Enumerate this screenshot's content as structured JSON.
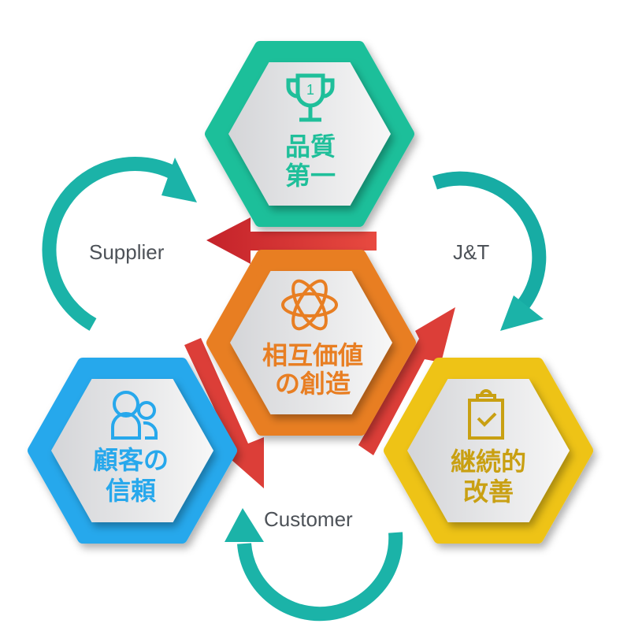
{
  "nodes": {
    "quality": {
      "line1": "品質",
      "line2": "第一",
      "icon": "trophy-icon",
      "color": "#1fbf9a",
      "trophy_number": "1"
    },
    "value": {
      "line1": "相互価値",
      "line2": "の創造",
      "icon": "atom-icon",
      "color": "#e87e22"
    },
    "trust": {
      "line1": "顧客の",
      "line2": "信頼",
      "icon": "users-icon",
      "color": "#27a8ec"
    },
    "improve": {
      "line1": "継続的",
      "line2": "改善",
      "icon": "clipboard-check-icon",
      "color": "#eec313"
    }
  },
  "labels": {
    "supplier": "Supplier",
    "jt": "J&T",
    "customer": "Customer"
  },
  "colors": {
    "cycle_arrow": "#1bb3a8",
    "flow_arrow": "#d93a36",
    "text_color_improve": "#c9a012"
  }
}
